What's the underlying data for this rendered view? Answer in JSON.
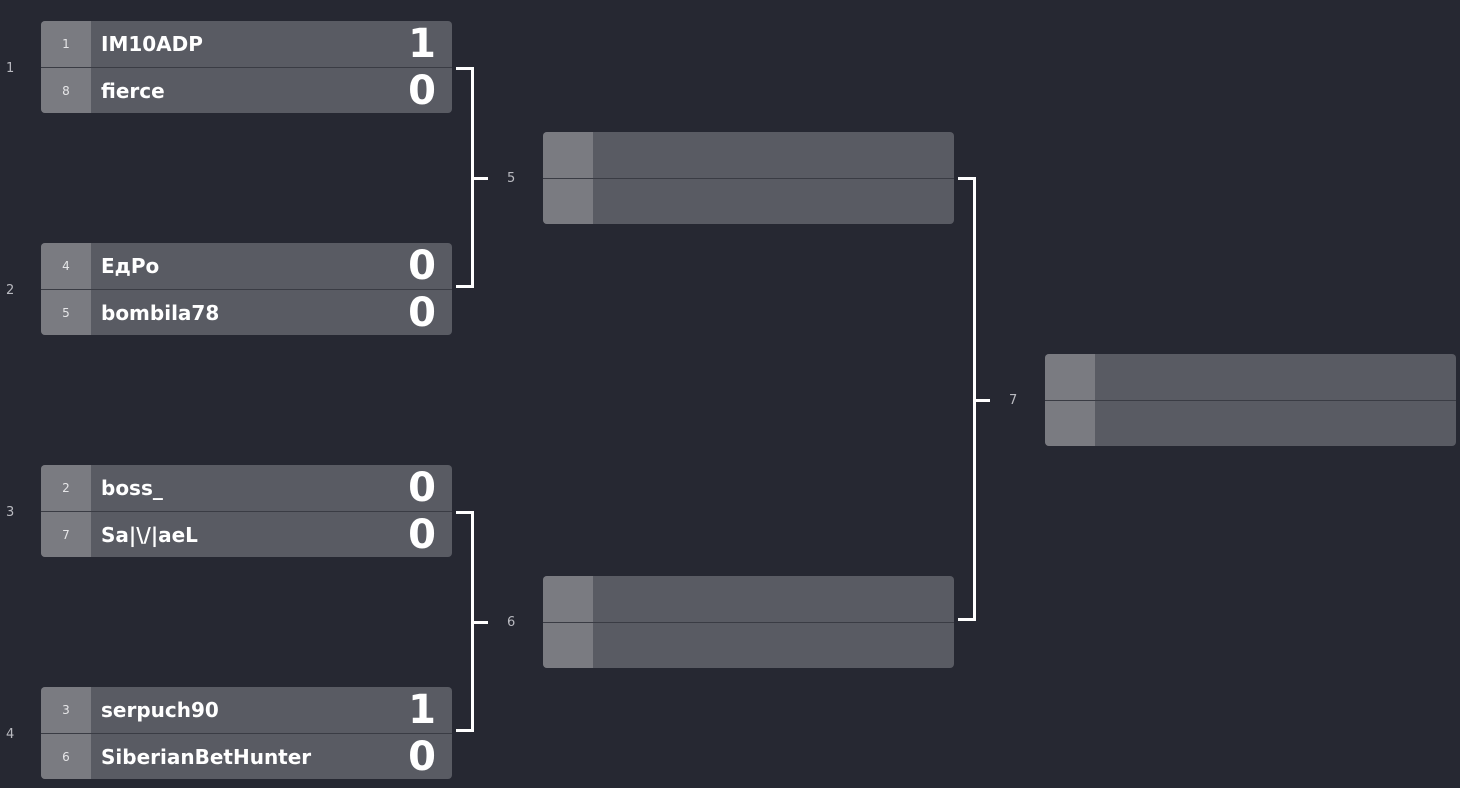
{
  "round1": [
    {
      "match_no": "1",
      "top": {
        "seed": "1",
        "name": "IM10ADP",
        "score": "1"
      },
      "bottom": {
        "seed": "8",
        "name": "fierce",
        "score": "0"
      }
    },
    {
      "match_no": "2",
      "top": {
        "seed": "4",
        "name": "ЕдРо",
        "score": "0"
      },
      "bottom": {
        "seed": "5",
        "name": "bombila78",
        "score": "0"
      }
    },
    {
      "match_no": "3",
      "top": {
        "seed": "2",
        "name": "boss_",
        "score": "0"
      },
      "bottom": {
        "seed": "7",
        "name": "Sa|\\/|aeL",
        "score": "0"
      }
    },
    {
      "match_no": "4",
      "top": {
        "seed": "3",
        "name": "serpuch90",
        "score": "1"
      },
      "bottom": {
        "seed": "6",
        "name": "SiberianBetHunter",
        "score": "0"
      }
    }
  ],
  "round2": [
    {
      "match_no": "5"
    },
    {
      "match_no": "6"
    }
  ],
  "final": {
    "match_no": "7"
  },
  "colors": {
    "background": "#262832",
    "match_body": "#595b63",
    "seed_box": "#7a7b81",
    "connector": "#ffffff"
  }
}
